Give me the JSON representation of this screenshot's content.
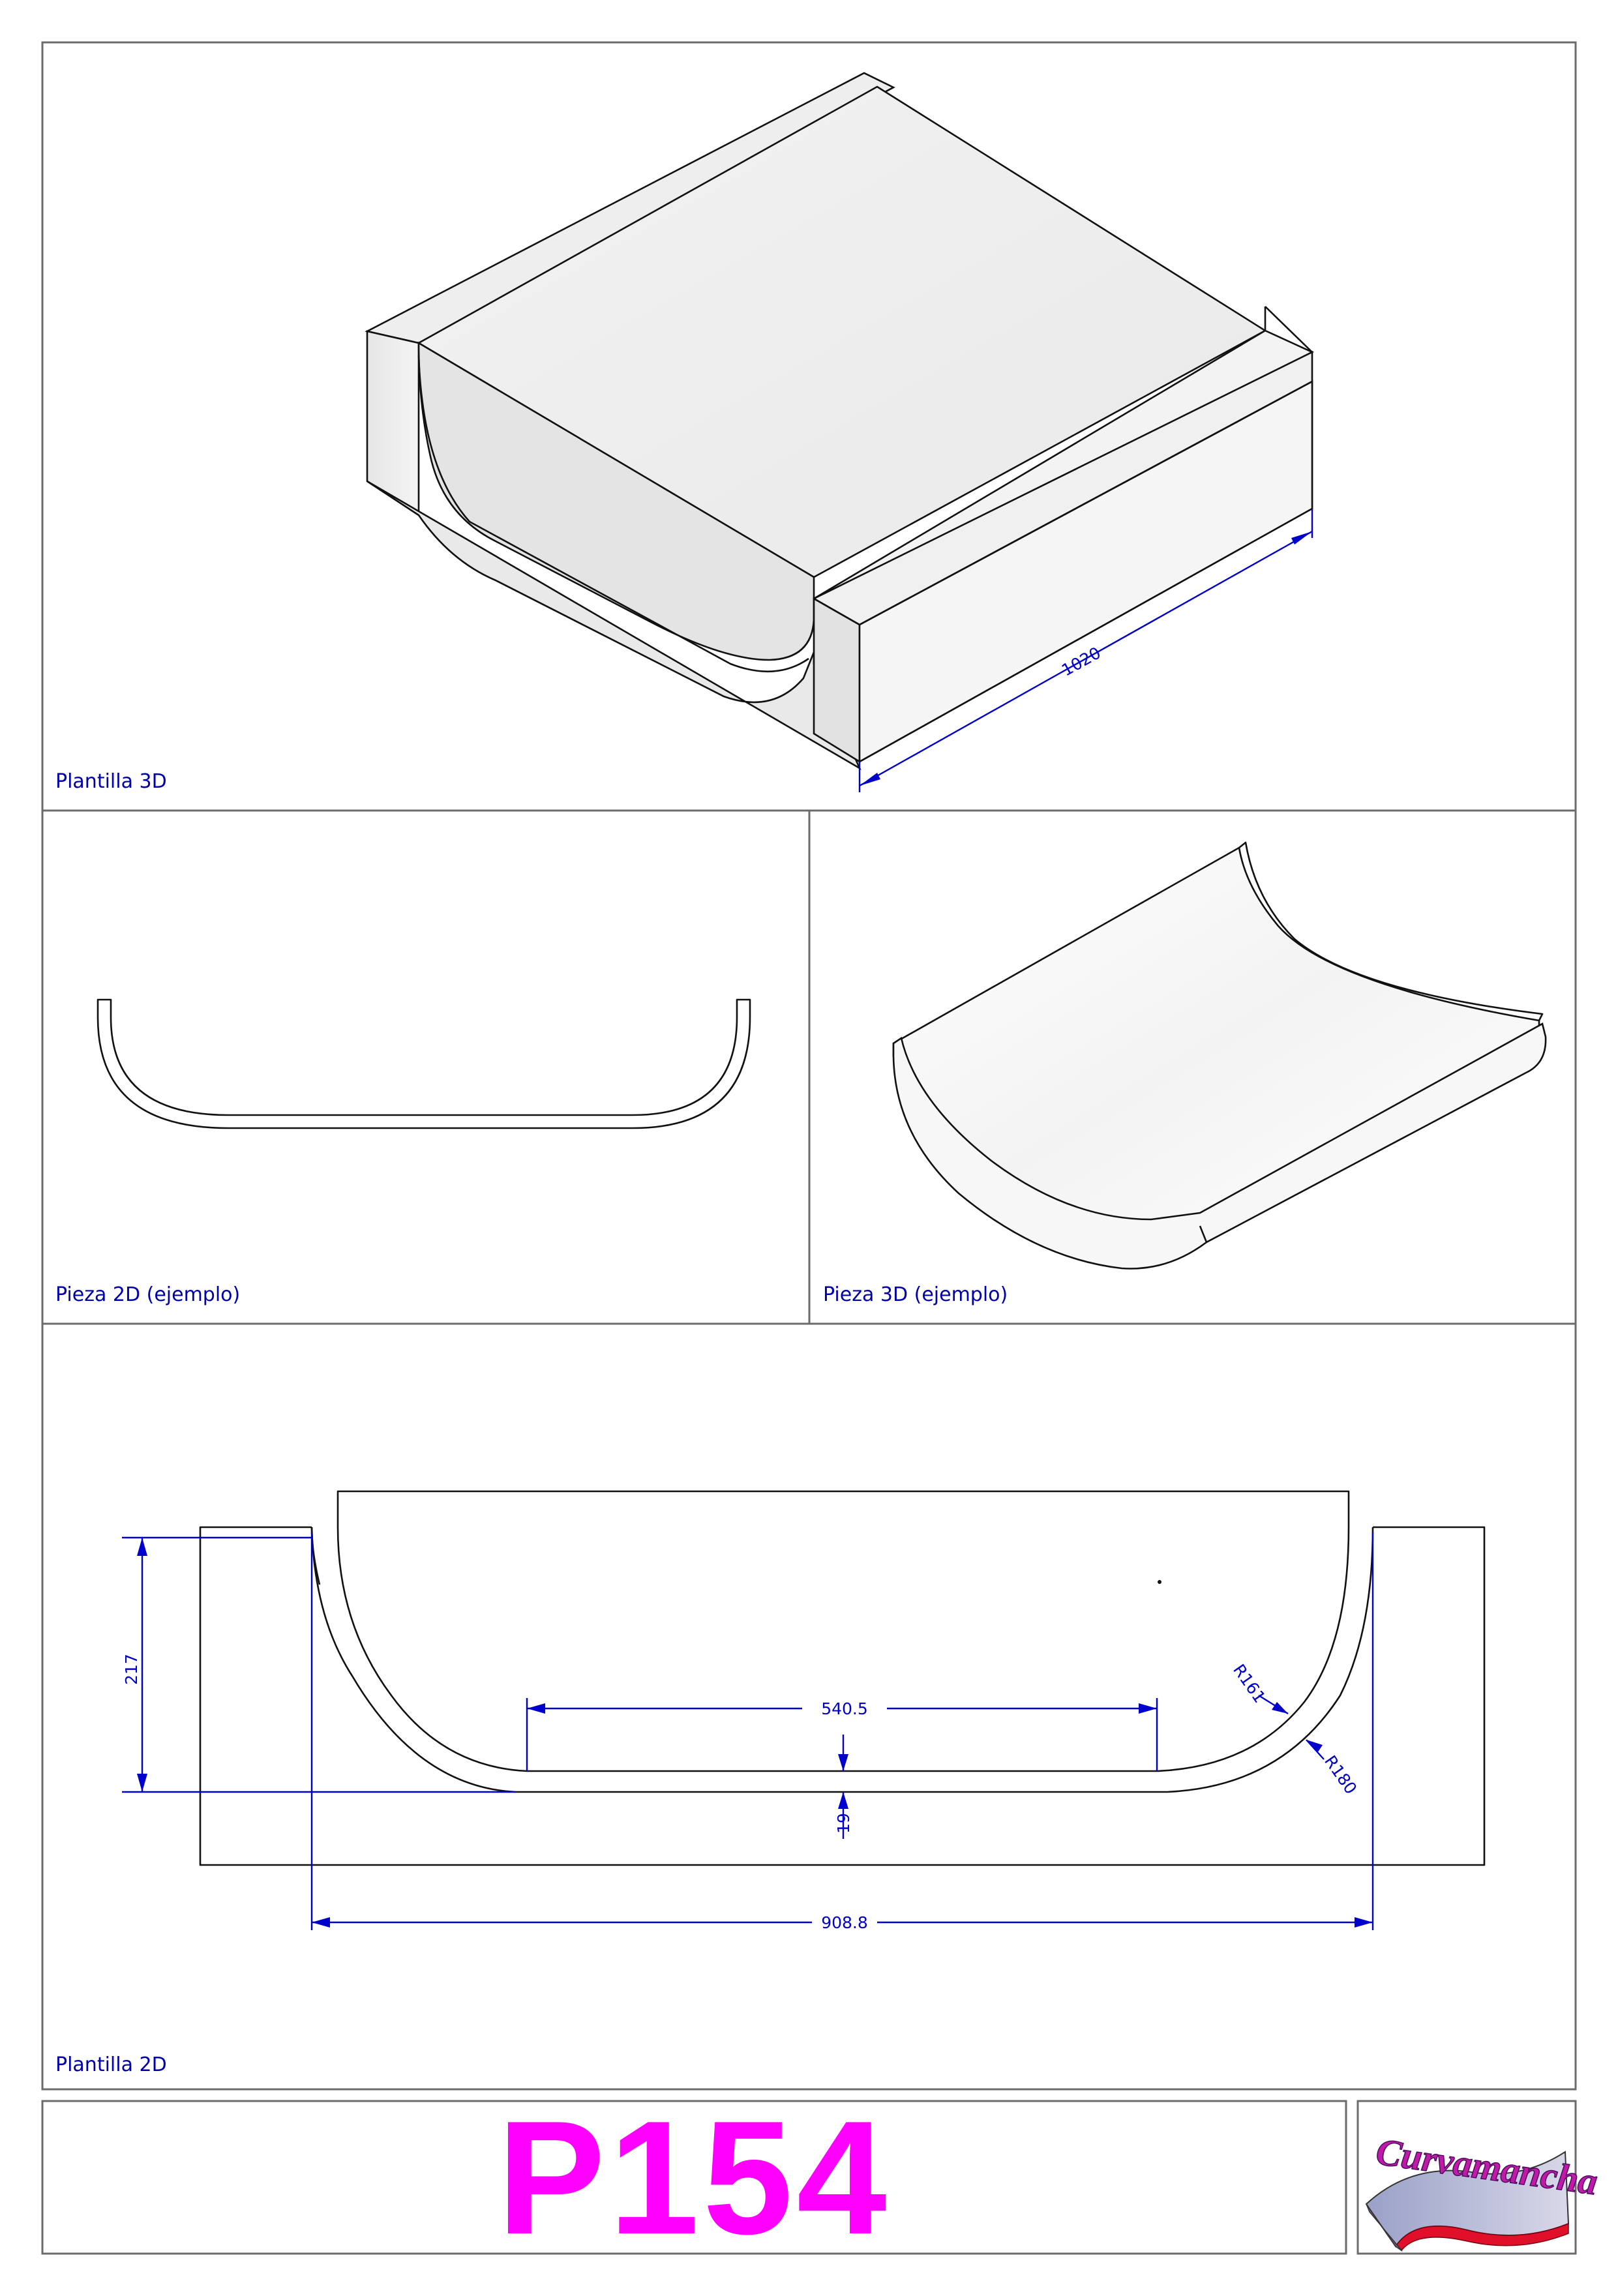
{
  "colors": {
    "frame": "#6b6b6b",
    "dimension": "#0000cc",
    "label": "#0000aa",
    "code": "#ff00ff",
    "logo_text": "#c21aa8",
    "logo_accent": "#e0102a"
  },
  "panels": {
    "template_3d": {
      "label": "Plantilla 3D",
      "dim_length": "1020"
    },
    "piece_2d": {
      "label": "Pieza 2D (ejemplo)"
    },
    "piece_3d": {
      "label": "Pieza 3D (ejemplo)"
    },
    "template_2d": {
      "label": "Plantilla 2D",
      "dims": {
        "height": "217",
        "inner_width": "540.5",
        "thickness": "19",
        "overall_width": "908.8",
        "inner_radius": "R161",
        "outer_radius": "R180"
      }
    }
  },
  "title_block": {
    "code": "P154",
    "logo_text": "Curvamancha",
    "logo_icon": "curved-slab-logo-icon"
  }
}
